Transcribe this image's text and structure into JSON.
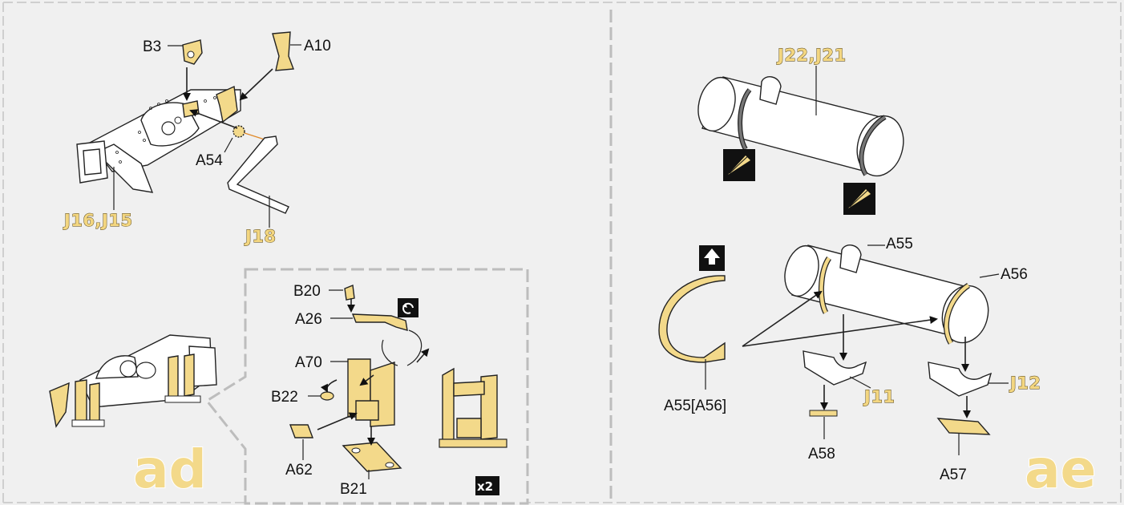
{
  "steps": {
    "ad": {
      "label": "ad",
      "parts": [
        "B3",
        "A10",
        "A54"
      ],
      "gold_parts": [
        "J16,J15",
        "J18"
      ],
      "detail": {
        "parts": [
          "B20",
          "A26",
          "A70",
          "B22",
          "A62",
          "B21"
        ],
        "multiplier": "x2"
      }
    },
    "ae": {
      "label": "ae",
      "gold_top": "J22,J21",
      "parts": [
        "A55",
        "A56",
        "A55[A56]",
        "A58",
        "A57"
      ],
      "gold_parts": [
        "J11",
        "J12"
      ]
    }
  },
  "icons": {
    "cut": "cut-icon",
    "bend_up": "bend-up-icon",
    "rotate": "rotate-icon"
  },
  "colors": {
    "part_highlight": "#f3d98a",
    "label_gold": "#f3d680",
    "background": "#f0f0f0",
    "divider": "#bdbdbd"
  }
}
